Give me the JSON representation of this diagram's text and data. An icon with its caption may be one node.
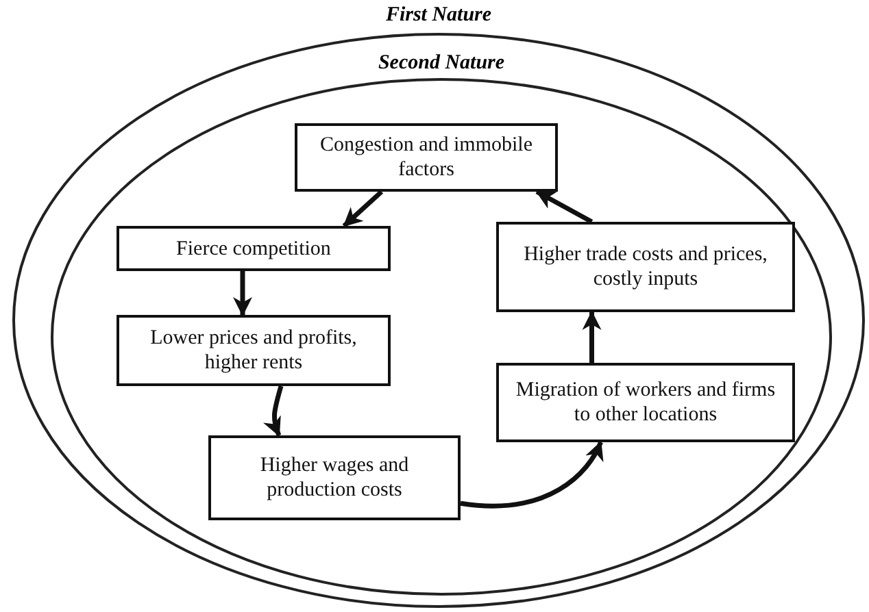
{
  "diagram": {
    "nodes": [
      {
        "text": [
          "First Nature"
        ]
      },
      {
        "text": [
          "Second Nature"
        ],
        "in": 0
      },
      {
        "text": [
          "Congestion and immobile factors"
        ],
        "in": 1
      },
      {
        "text": [
          "Fierce competition"
        ],
        "in": 1
      },
      {
        "text": [
          "Lower prices and profits, higher rents"
        ],
        "in": 1
      },
      {
        "text": [
          "Higher wages and production costs"
        ],
        "in": 1
      },
      {
        "text": [
          "Migration of workers and firms to other locations"
        ],
        "in": 1
      },
      {
        "text": [
          "Higher trade costs and prices, costly inputs"
        ],
        "in": 1
      }
    ],
    "edges": [
      {
        "from": 2,
        "to": 3,
        "arrow": "to"
      },
      {
        "from": 3,
        "to": 4,
        "arrow": "to"
      },
      {
        "from": 4,
        "to": 5,
        "arrow": "to"
      },
      {
        "from": 5,
        "to": 6,
        "arrow": "to"
      },
      {
        "from": 6,
        "to": 7,
        "arrow": "to"
      },
      {
        "from": 7,
        "to": 2,
        "arrow": "to"
      }
    ]
  }
}
